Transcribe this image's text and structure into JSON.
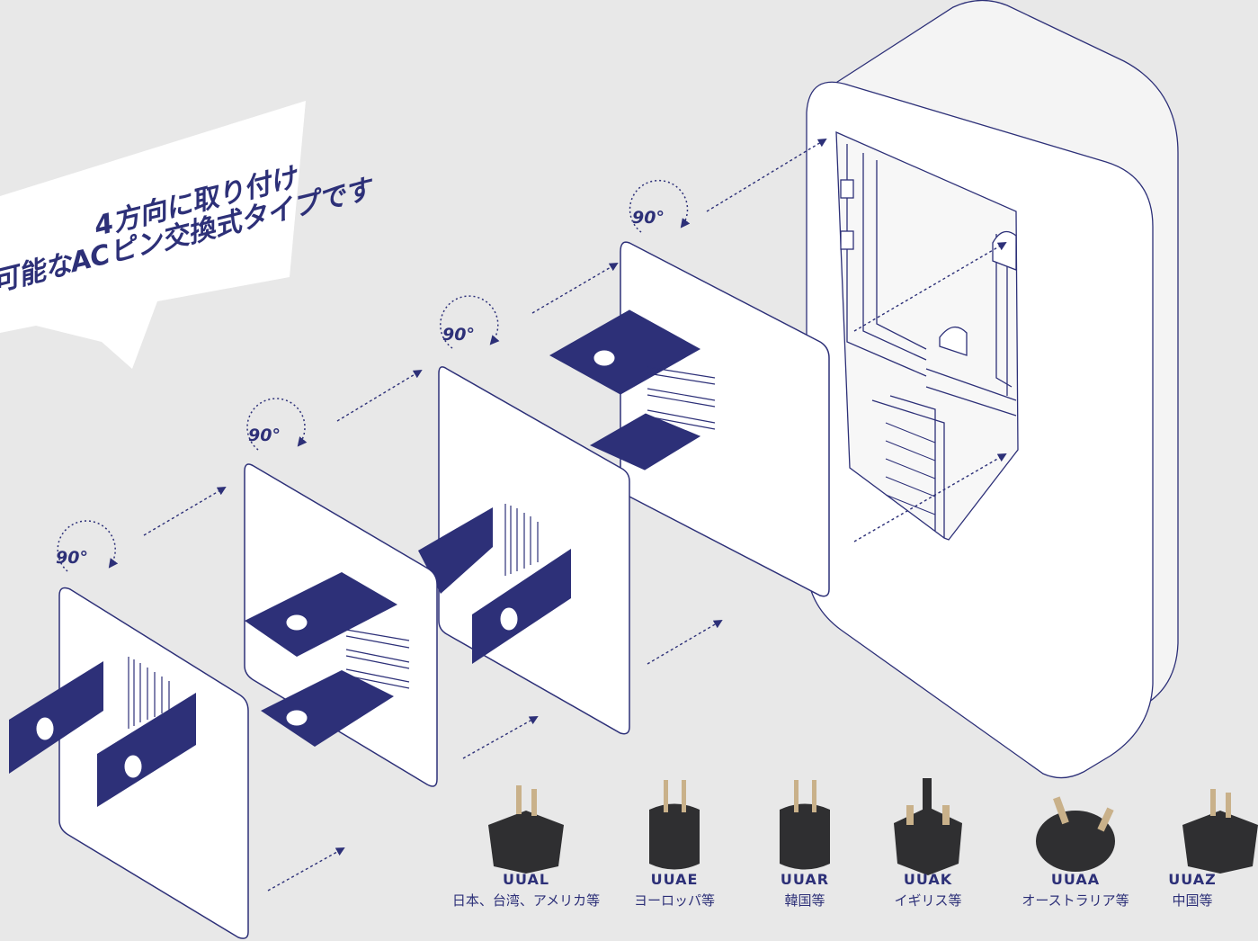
{
  "callout": {
    "line1": "4方向に取り付け",
    "line2": "可能なACピン交換式タイプです"
  },
  "rotation_label": "90°",
  "colors": {
    "navy": "#2d3078",
    "background": "#e8e8e8",
    "panel": "#ffffff",
    "plug": "#2f2f31"
  },
  "plugs": [
    {
      "code": "UUAL",
      "region": "日本、台湾、アメリカ等",
      "icon": "plug-type-a-icon"
    },
    {
      "code": "UUAE",
      "region": "ヨーロッパ等",
      "icon": "plug-type-c-icon"
    },
    {
      "code": "UUAR",
      "region": "韓国等",
      "icon": "plug-type-f-icon"
    },
    {
      "code": "UUAK",
      "region": "イギリス等",
      "icon": "plug-type-g-icon"
    },
    {
      "code": "UUAA",
      "region": "オーストラリア等",
      "icon": "plug-type-i-icon"
    },
    {
      "code": "UUAZ",
      "region": "中国等",
      "icon": "plug-cn-icon"
    }
  ]
}
